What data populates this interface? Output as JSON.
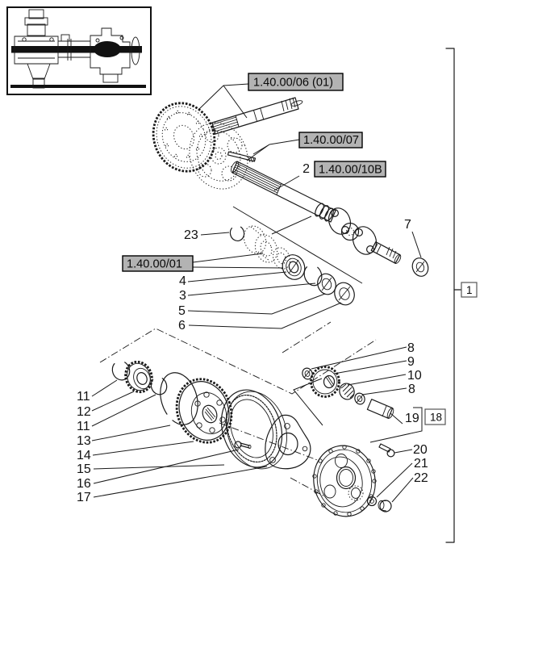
{
  "colors": {
    "background": "#ffffff",
    "line": "#1a1a1a",
    "label_box_fill": "#b3b3b3"
  },
  "module_labels": {
    "mod06": "1.40.00/06 (01)",
    "mod07": "1.40.00/07",
    "mod10b": "1.40.00/10B",
    "mod01": "1.40.00/01"
  },
  "ref_boxes": {
    "assembly": "1",
    "module18": "18"
  },
  "callouts": {
    "n2": "2",
    "n3": "3",
    "n4": "4",
    "n5": "5",
    "n6": "6",
    "n7": "7",
    "n8a": "8",
    "n8b": "8",
    "n9": "9",
    "n10": "10",
    "n11a": "11",
    "n11b": "11",
    "n12": "12",
    "n13": "13",
    "n14": "14",
    "n15": "15",
    "n16": "16",
    "n17": "17",
    "n19": "19",
    "n20": "20",
    "n21": "21",
    "n22": "22",
    "n23": "23"
  }
}
